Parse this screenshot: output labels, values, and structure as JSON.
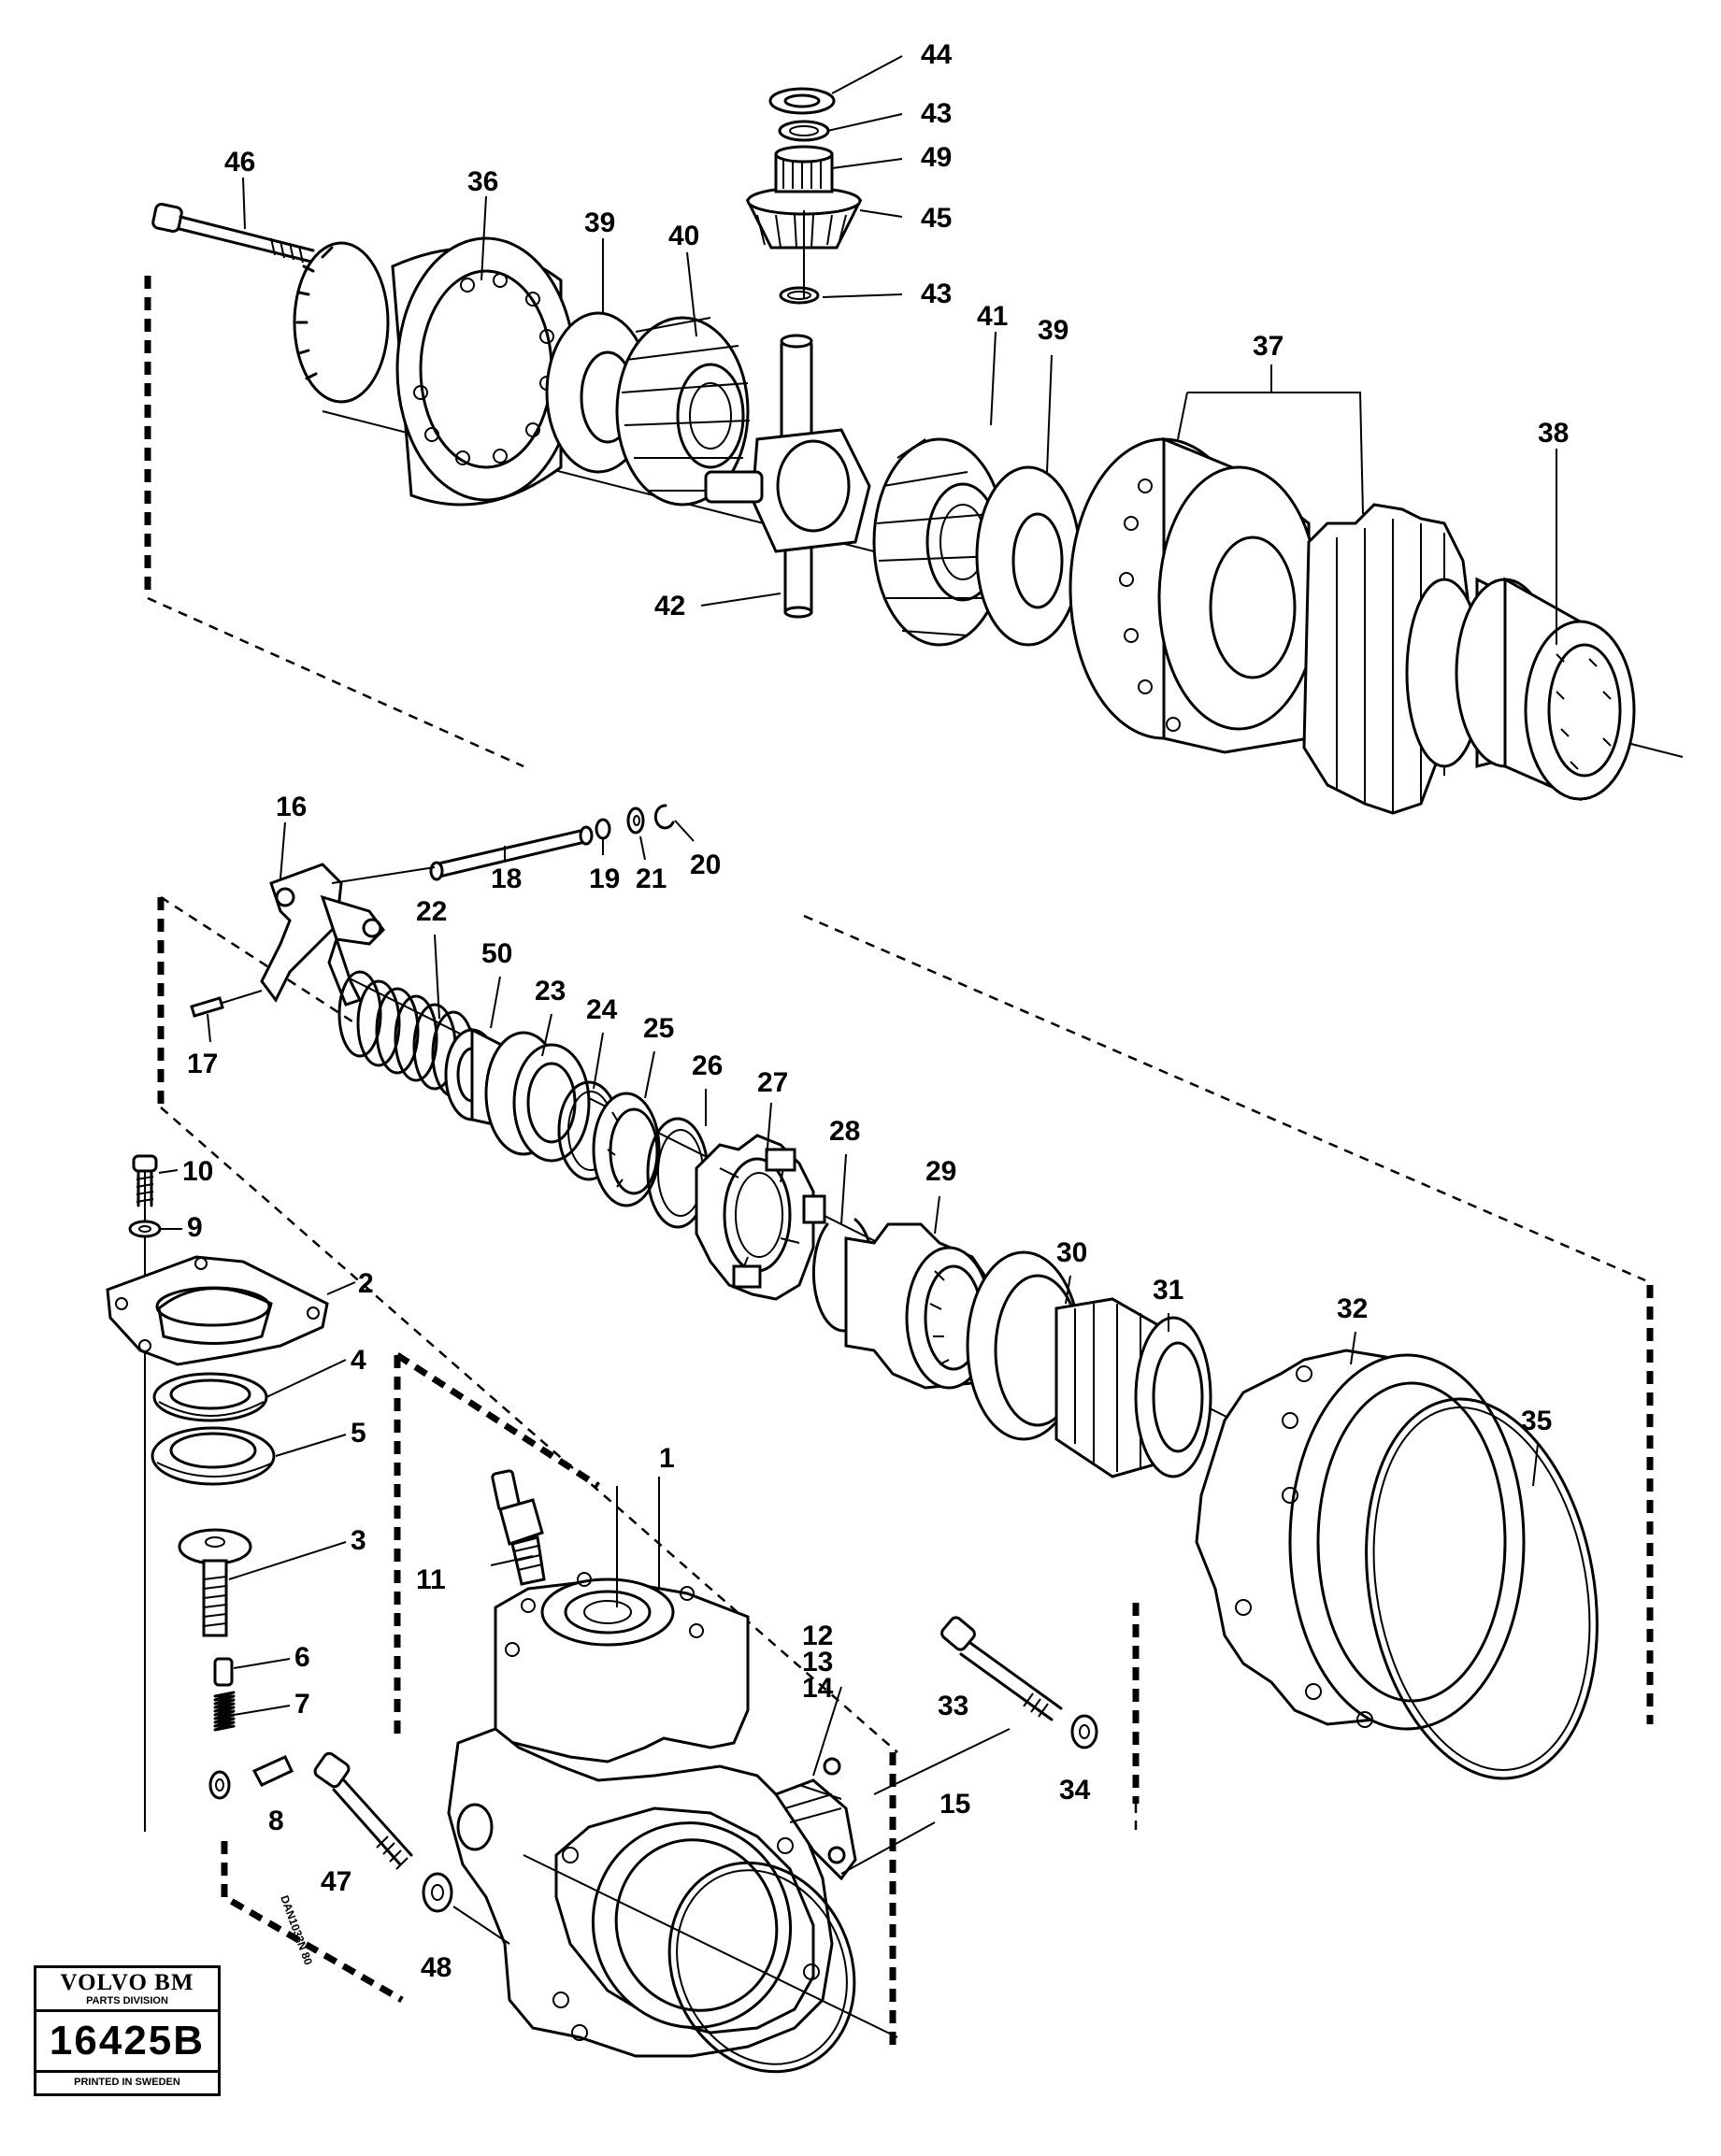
{
  "document": {
    "drawing_code": "DAN1033N 80",
    "badge": {
      "brand": "VOLVO BM",
      "division": "PARTS DIVISION",
      "plate_number": "16425B",
      "footer": "PRINTED IN SWEDEN"
    }
  },
  "callouts": {
    "c1": "1",
    "c2": "2",
    "c3": "3",
    "c4": "4",
    "c5": "5",
    "c6": "6",
    "c7": "7",
    "c8": "8",
    "c9": "9",
    "c10": "10",
    "c11": "11",
    "c12": "12",
    "c13": "13",
    "c14": "14",
    "c15": "15",
    "c16": "16",
    "c17": "17",
    "c18": "18",
    "c19": "19",
    "c20": "20",
    "c21": "21",
    "c22": "22",
    "c23": "23",
    "c24": "24",
    "c25": "25",
    "c26": "26",
    "c27": "27",
    "c28": "28",
    "c29": "29",
    "c30": "30",
    "c31": "31",
    "c32": "32",
    "c33": "33",
    "c34": "34",
    "c35": "35",
    "c36": "36",
    "c37": "37",
    "c38": "38",
    "c39a": "39",
    "c39b": "39",
    "c40": "40",
    "c41": "41",
    "c42": "42",
    "c43a": "43",
    "c43b": "43",
    "c44": "44",
    "c45": "45",
    "c46": "46",
    "c47": "47",
    "c48": "48",
    "c49": "49",
    "c50": "50"
  }
}
